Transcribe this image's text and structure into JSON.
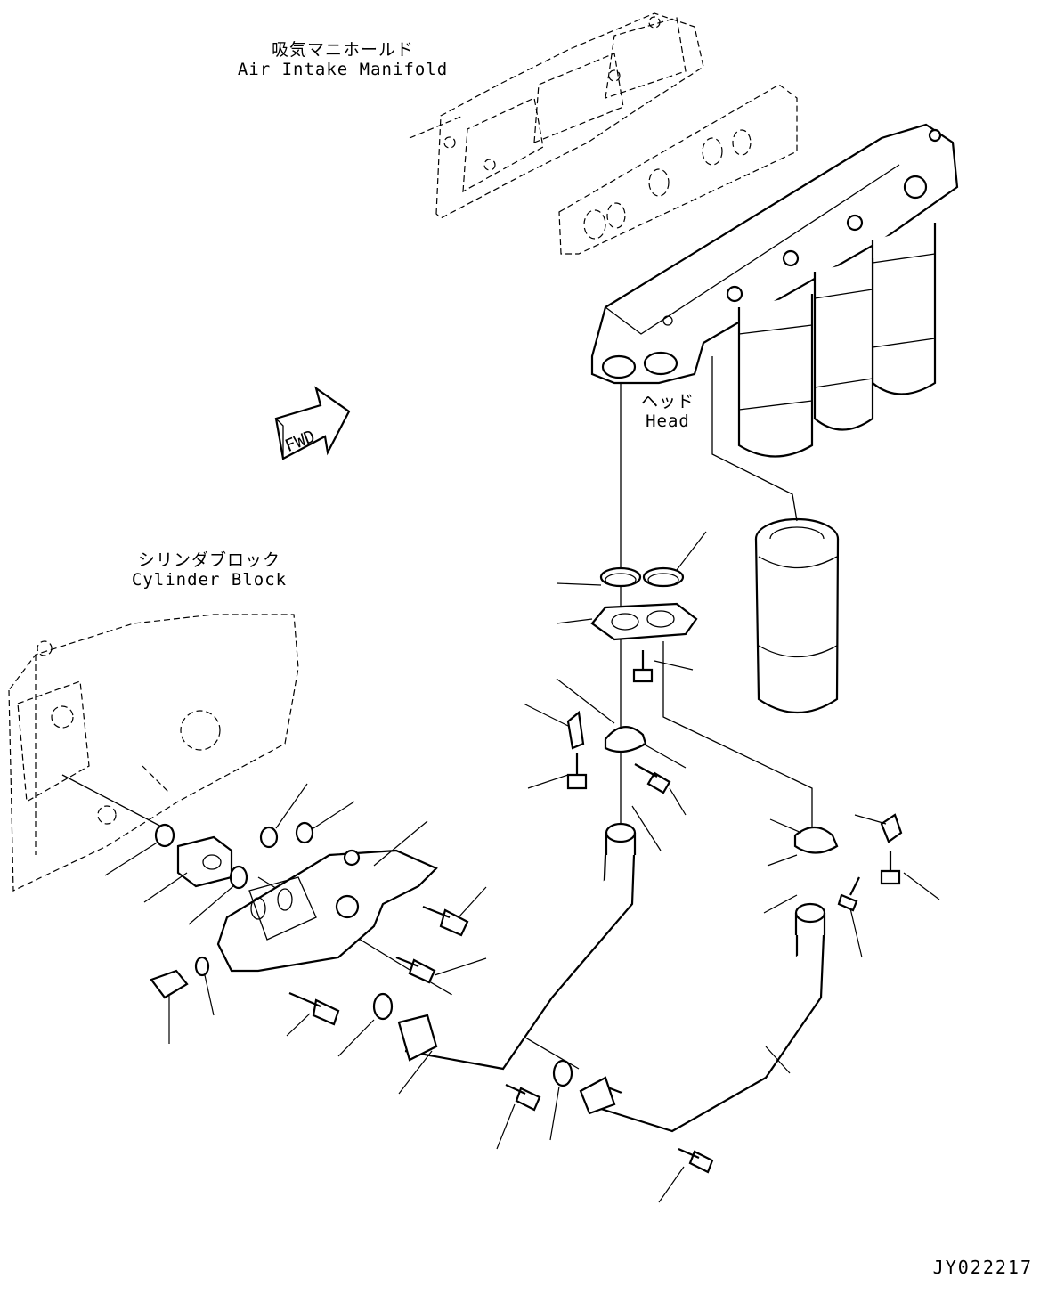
{
  "labels": {
    "air_intake_manifold_jp": "吸気マニホールド",
    "air_intake_manifold_en": "Air Intake Manifold",
    "head_jp": "ヘッド",
    "head_en": "Head",
    "cylinder_block_jp": "シリンダブロック",
    "cylinder_block_en": "Cylinder Block",
    "fwd_arrow": "FWD",
    "drawing_number": "JY022217"
  }
}
